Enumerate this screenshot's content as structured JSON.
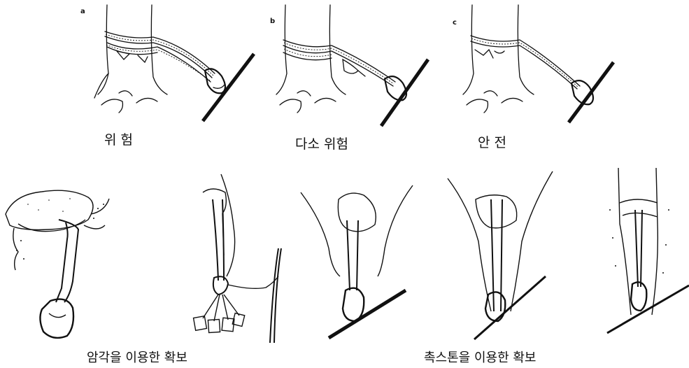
{
  "top_row": {
    "panels": [
      {
        "letter": "a",
        "caption": "위 험"
      },
      {
        "letter": "b",
        "caption": "다소 위험"
      },
      {
        "letter": "c",
        "caption": "안 전"
      }
    ]
  },
  "bottom_row": {
    "captions": {
      "rock_horn": "암각을 이용한 확보",
      "chockstone": "촉스톤을 이용한 확보"
    }
  },
  "colors": {
    "ink": "#111111",
    "paper": "#ffffff"
  }
}
